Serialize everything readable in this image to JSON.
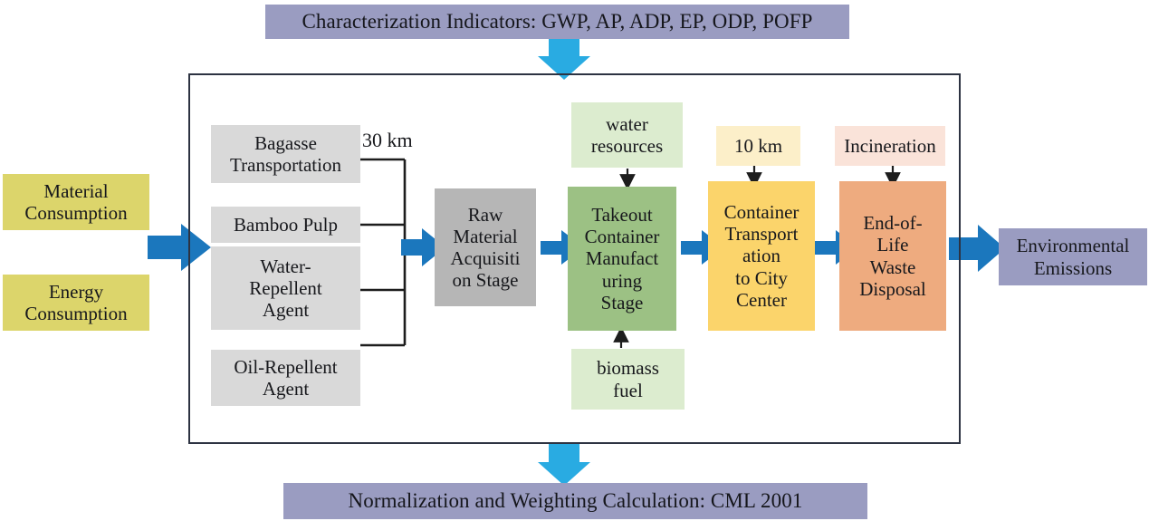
{
  "diagram": {
    "title_top": "Characterization Indicators: GWP, AP, ADP, EP, ODP, POFP",
    "title_bottom": "Normalization and Weighting Calculation: CML 2001",
    "inputs": [
      {
        "label": "Material\nConsumption"
      },
      {
        "label": "Energy\nConsumption"
      }
    ],
    "materials": [
      {
        "label": "Bagasse\nTransportation"
      },
      {
        "label": "Bamboo Pulp"
      },
      {
        "label": "Water-\nRepellent\nAgent"
      },
      {
        "label": "Oil-Repellent\nAgent"
      }
    ],
    "distance_label": "30 km",
    "stages": [
      {
        "label": "Raw\nMaterial\nAcquisiti\non Stage"
      },
      {
        "label": "Takeout\nContainer\nManufact\nuring\nStage"
      },
      {
        "label": "Container\nTransport\nation\nto City\nCenter"
      },
      {
        "label": "End-of-\nLife\nWaste\nDisposal"
      }
    ],
    "satellites": {
      "water_resources": "water\nresources",
      "biomass_fuel": "biomass\nfuel",
      "transport_distance": "10 km",
      "disposal_method": "Incineration"
    },
    "output": {
      "label": "Environmental\nEmissions"
    },
    "colors": {
      "banner": "#9a9cc1",
      "input": "#dcd56b",
      "material": "#d9d9d9",
      "stage_acquisition": "#b6b6b6",
      "stage_manufacturing": "#9cc184",
      "stage_transport": "#fbd46b",
      "stage_disposal": "#eeab7f",
      "satellite_green": "#dceccf",
      "satellite_yellow": "#fcefc9",
      "satellite_peach": "#fae3d9",
      "arrow_blue": "#1b77bd",
      "arrow_cyan": "#29abe2",
      "boundary": "#2d3342"
    }
  }
}
